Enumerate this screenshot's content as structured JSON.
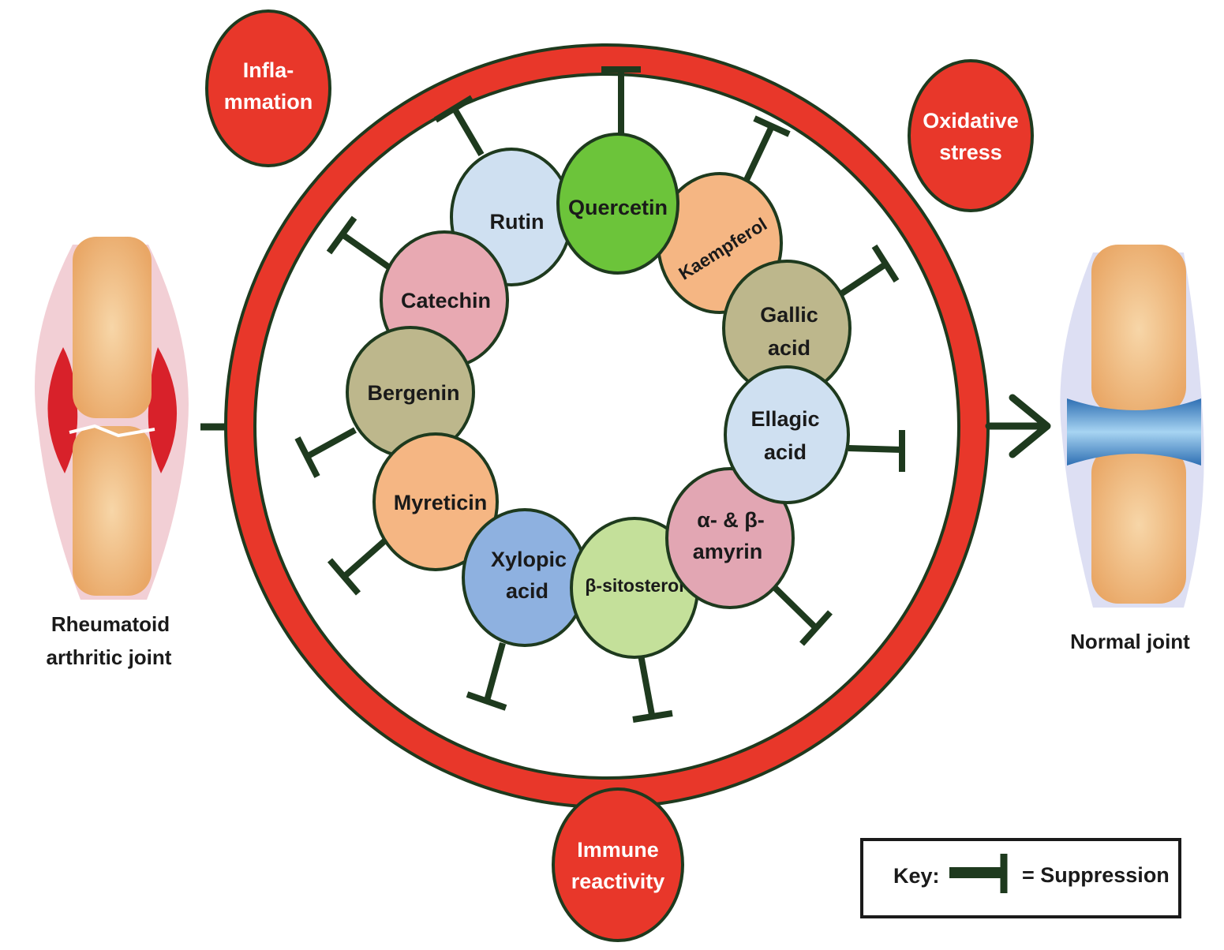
{
  "colors": {
    "ring": "#e8372a",
    "outline": "#1e3a1e",
    "arrow": "#1e3a1e",
    "bone": "#f3c38c",
    "inflamed": "#d8212a",
    "cartilage": "#5aa4d8"
  },
  "stressors": {
    "inflammation": [
      "Infla-",
      "mmation"
    ],
    "oxidative": [
      "Oxidative",
      "stress"
    ],
    "immune": [
      "Immune",
      "reactivity"
    ]
  },
  "compounds": [
    {
      "id": "quercetin",
      "lines": [
        "Quercetin"
      ],
      "color": "#6cc43a"
    },
    {
      "id": "kaempferol",
      "lines": [
        "Kaempferol"
      ],
      "color": "#f5b683"
    },
    {
      "id": "gallic-acid",
      "lines": [
        "Gallic",
        "acid"
      ],
      "color": "#bdb78c"
    },
    {
      "id": "ellagic-acid",
      "lines": [
        "Ellagic",
        "acid"
      ],
      "color": "#cfe0f1"
    },
    {
      "id": "amyrin",
      "lines": [
        "α- & β-",
        "amyrin"
      ],
      "color": "#e2a6b3"
    },
    {
      "id": "sitosterol",
      "lines": [
        "β-sitosterol"
      ],
      "color": "#c4e09a"
    },
    {
      "id": "xylopic-acid",
      "lines": [
        "Xylopic",
        "acid"
      ],
      "color": "#8eb1e0"
    },
    {
      "id": "myreticin",
      "lines": [
        "Myreticin"
      ],
      "color": "#f5b683"
    },
    {
      "id": "bergenin",
      "lines": [
        "Bergenin"
      ],
      "color": "#bdb78c"
    },
    {
      "id": "catechin",
      "lines": [
        "Catechin"
      ],
      "color": "#e8a9b2"
    },
    {
      "id": "rutin",
      "lines": [
        "Rutin"
      ],
      "color": "#cfe0f1"
    }
  ],
  "joints": {
    "left": [
      "Rheumatoid",
      "arthritic joint"
    ],
    "right": [
      "Normal joint"
    ]
  },
  "key": {
    "label": "Key:",
    "meaning": "= Suppression"
  }
}
